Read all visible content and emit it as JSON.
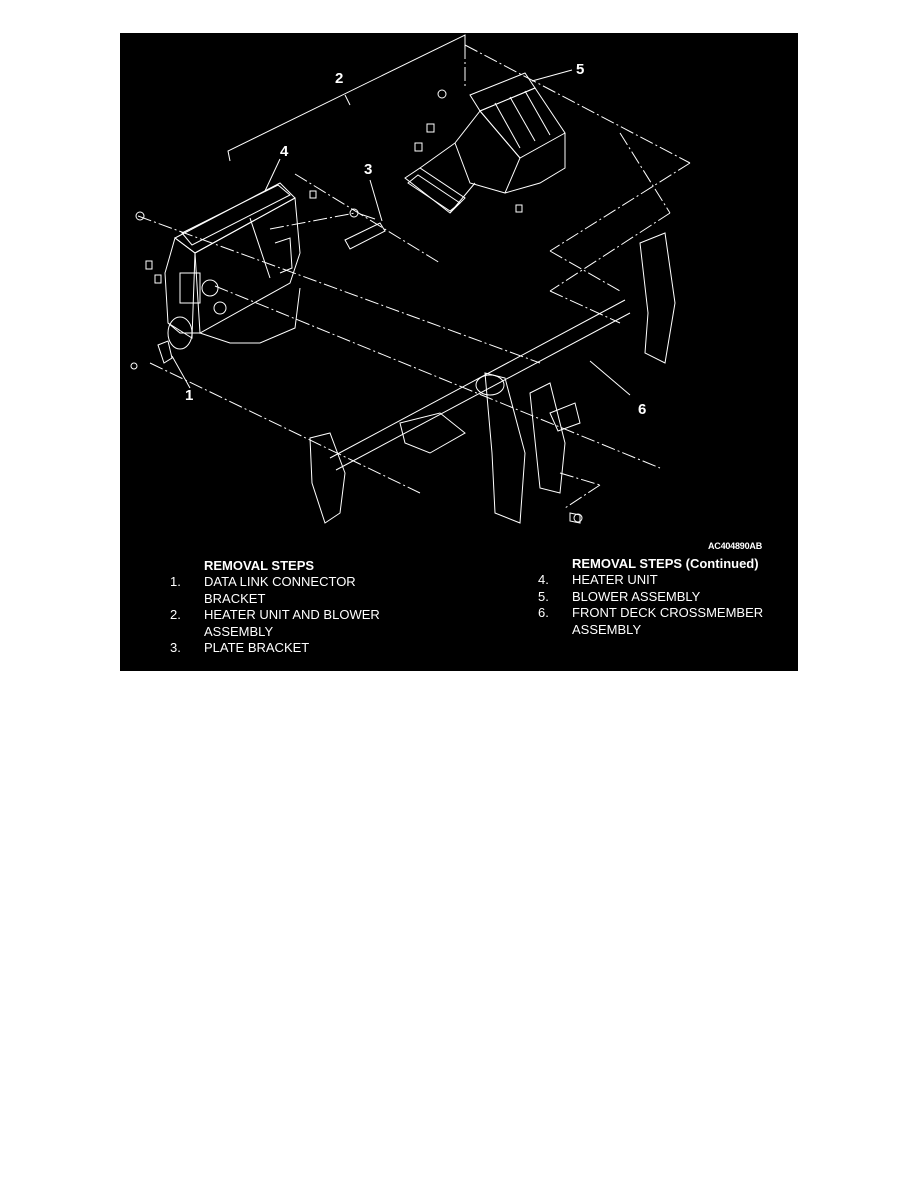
{
  "figure": {
    "id_label": "AC404890AB",
    "colors": {
      "background": "#000000",
      "linework": "#ffffff",
      "page": "#ffffff"
    },
    "callouts": [
      {
        "num": "1",
        "target": "data-link-connector-bracket"
      },
      {
        "num": "2",
        "target": "heater-unit-and-blower-assembly"
      },
      {
        "num": "3",
        "target": "plate-bracket"
      },
      {
        "num": "4",
        "target": "heater-unit"
      },
      {
        "num": "5",
        "target": "blower-assembly"
      },
      {
        "num": "6",
        "target": "front-deck-crossmember-assembly"
      }
    ]
  },
  "removal_steps": {
    "heading": "REMOVAL STEPS",
    "items": [
      {
        "num": "1.",
        "lines": [
          "DATA LINK CONNECTOR",
          "BRACKET"
        ]
      },
      {
        "num": "2.",
        "lines": [
          "HEATER UNIT AND BLOWER",
          "ASSEMBLY"
        ]
      },
      {
        "num": "3.",
        "lines": [
          "PLATE BRACKET"
        ]
      }
    ]
  },
  "removal_steps_continued": {
    "heading": "REMOVAL STEPS (Continued)",
    "items": [
      {
        "num": "4.",
        "lines": [
          "HEATER UNIT"
        ]
      },
      {
        "num": "5.",
        "lines": [
          "BLOWER ASSEMBLY"
        ]
      },
      {
        "num": "6.",
        "lines": [
          "FRONT DECK CROSSMEMBER",
          "ASSEMBLY"
        ]
      }
    ]
  }
}
